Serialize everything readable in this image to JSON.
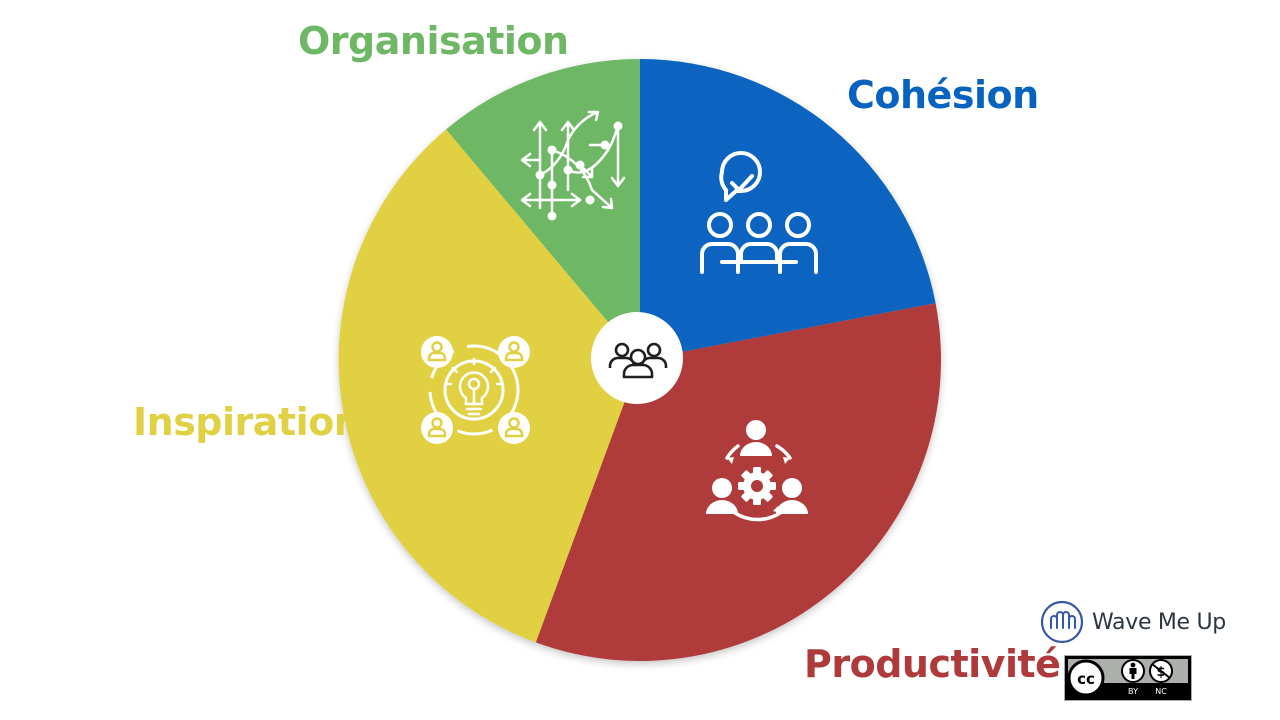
{
  "segments": [
    {
      "key": "cohesion",
      "label": "Cohésion",
      "color": "#0863C0",
      "icon": "team-meeting-check-icon"
    },
    {
      "key": "productivite",
      "label": "Productivité",
      "color": "#AF3A3B",
      "icon": "team-gear-collaboration-icon"
    },
    {
      "key": "inspiration",
      "label": "Inspiration",
      "color": "#E0D043",
      "icon": "lightbulb-people-network-icon"
    },
    {
      "key": "organisation",
      "label": "Organisation",
      "color": "#6EB865",
      "icon": "branching-arrows-icon"
    }
  ],
  "center": {
    "icon": "group-people-icon"
  },
  "label_colors": {
    "organisation": "#6EB865",
    "cohesion": "#0863C0",
    "inspiration": "#E0D043",
    "productivite": "#AF3A3B"
  },
  "brand": {
    "name": "Wave Me Up",
    "logo_icon": "wave-logo-icon"
  },
  "license": {
    "badge": "cc-by-nc-badge",
    "cc": "cc",
    "by": "BY",
    "nc": "NC"
  }
}
